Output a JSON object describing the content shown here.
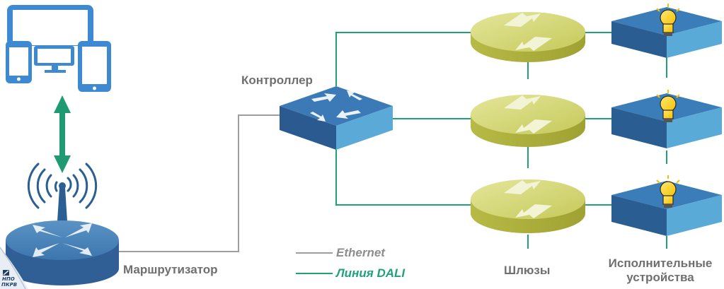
{
  "labels": {
    "controller": "Контроллер",
    "router": "Маршрутизатор",
    "gateways": "Шлюзы",
    "devices": "Исполнительные устройства"
  },
  "legend": {
    "ethernet": "Ethernet",
    "dali": "Линия DALI"
  },
  "logo": {
    "line1": "НПО",
    "line2": "ПКРВ"
  },
  "colors": {
    "ethernet_line": "#9e9e9e",
    "dali_line": "#1fa27a",
    "device_blue": "#3a7db8",
    "gateway_olive": "#c8cc5a",
    "arrow_green": "#1f9a72",
    "bulb_yellow": "#ffd21e"
  },
  "icons": [
    "laptop-icon",
    "smartphone-icon",
    "desktop-icon",
    "tablet-icon",
    "wifi-signal-icon",
    "router-icon",
    "switch-icon",
    "gateway-icon",
    "light-bulb-icon"
  ]
}
